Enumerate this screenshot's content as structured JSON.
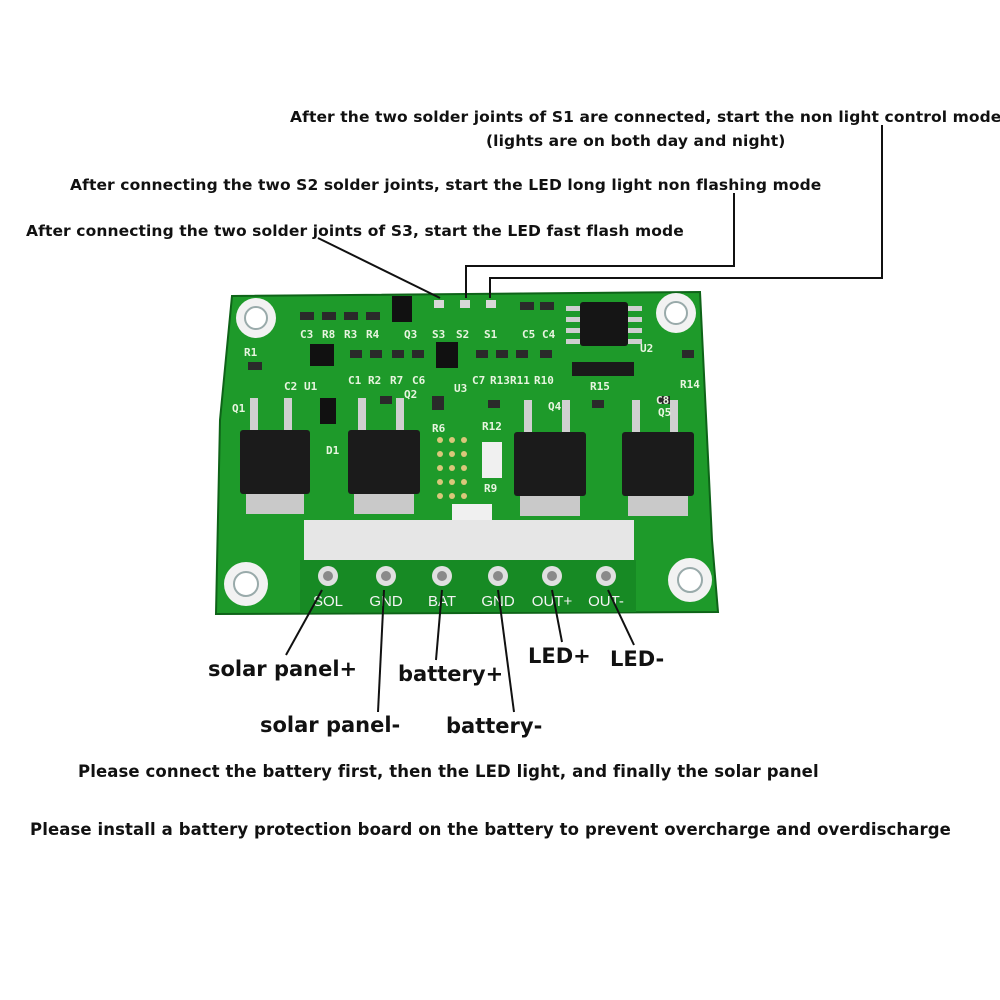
{
  "notes": {
    "s1": "After the two solder joints of S1 are connected, start the non light control mode",
    "s1_sub": "(lights are on both day and night)",
    "s2": "After connecting the two S2 solder joints, start the LED long light non flashing mode",
    "s3": "After connecting the two solder joints of S3, start the LED fast flash mode"
  },
  "pins": [
    {
      "label": "SOL",
      "meaning": "solar panel+"
    },
    {
      "label": "GND",
      "meaning": "solar panel-"
    },
    {
      "label": "BAT",
      "meaning": "battery+"
    },
    {
      "label": "GND",
      "meaning": "battery-"
    },
    {
      "label": "OUT+",
      "meaning": "LED+"
    },
    {
      "label": "OUT-",
      "meaning": "LED-"
    }
  ],
  "board_labels": {
    "row1": [
      "C3",
      "R8",
      "R3",
      "R4",
      "Q3",
      "S3",
      "S2",
      "S1",
      "C5",
      "C4"
    ],
    "row2": [
      "R1",
      "C2",
      "U1",
      "C1",
      "R2",
      "R7",
      "C6",
      "U3",
      "C7",
      "R13",
      "R11",
      "R10",
      "R15",
      "U2",
      "R14",
      "C8",
      "Q5"
    ],
    "row3": [
      "Q1",
      "Q2",
      "R6",
      "R12",
      "Q4",
      "D1",
      "R9"
    ]
  },
  "instructions": [
    "Please connect the battery first, then the LED light, and finally the solar panel",
    "Please install a battery protection board on the battery to prevent overcharge and overdischarge"
  ],
  "colors": {
    "pcb": "#1e9a2a",
    "pcb_dark": "#14781f",
    "text": "#111111"
  }
}
